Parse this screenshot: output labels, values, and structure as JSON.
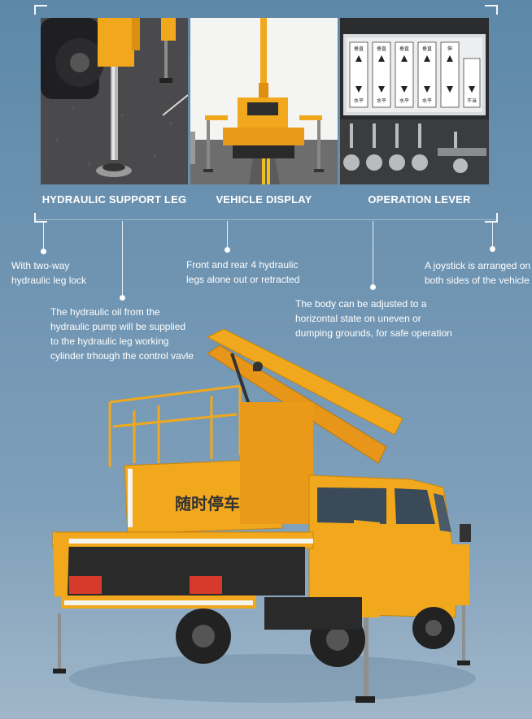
{
  "photos": [
    {
      "label": "HYDRAULIC SUPPORT LEG"
    },
    {
      "label": "VEHICLE DISPLAY"
    },
    {
      "label": "OPERATION LEVER"
    }
  ],
  "lever_panel": {
    "labels": [
      "垂直",
      "垂直",
      "垂直",
      "垂直",
      "伸",
      "",
      "水平",
      "水平",
      "水平",
      "水平",
      "",
      "不当"
    ],
    "footer": "不当"
  },
  "notes": {
    "two_way": "With two-way\nhydraulic leg lock",
    "hydraulic_oil": "The hydraulic oil from the\nhydraulic pump will be supplied\nto the hydraulic leg working\ncylinder trhough the control vavle",
    "front_rear": "Front and rear 4 hydraulic\nlegs alone out or retracted",
    "body_adjust": "The body can be adjusted to a\nhorizontal state on uneven or\ndumping grounds, for safe operation",
    "joystick": "A joystick is arranged on\nboth sides of the vehicle"
  },
  "truck": {
    "basket_text": "随时停车"
  },
  "colors": {
    "background": "#6d93b1",
    "truck_yellow": "#f2a81c",
    "truck_orange": "#e8921a",
    "reflective_white": "#f5f5f0",
    "chassis_dark": "#2a2a2a"
  }
}
